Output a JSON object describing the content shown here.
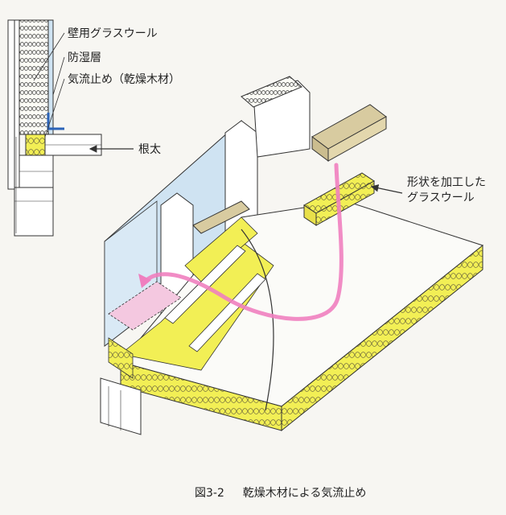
{
  "labels": {
    "wall_insulation": "壁用グラスウール",
    "vapor_barrier": "防湿層",
    "air_stop": "気流止め（乾燥木材）",
    "joist": "根太",
    "shaped_glasswool_line1": "形状を加工した",
    "shaped_glasswool_line2": "グラスウール"
  },
  "caption": {
    "figure_no": "図3-2",
    "title": "乾燥木材による気流止め"
  },
  "colors": {
    "insulation_yellow": "#f2ef55",
    "wood_tan": "#d8cba0",
    "vapor_blue": "#cfe3f2",
    "airflow_pink": "#ef7fbf",
    "floor_white": "#fbfbf8"
  }
}
